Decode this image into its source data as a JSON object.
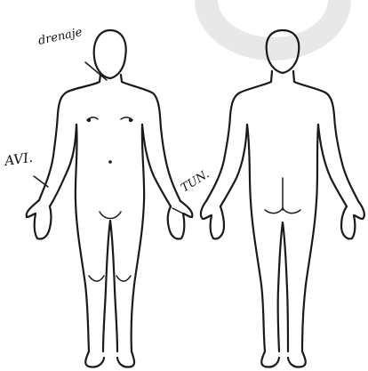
{
  "colors": {
    "background": "#ffffff",
    "ink": "#1a1a1a",
    "watermark": "#e8e8e8"
  },
  "annotations": {
    "label_neck": "drenaje",
    "label_arm_left": "AVI.",
    "label_arm_right": "TUN."
  }
}
